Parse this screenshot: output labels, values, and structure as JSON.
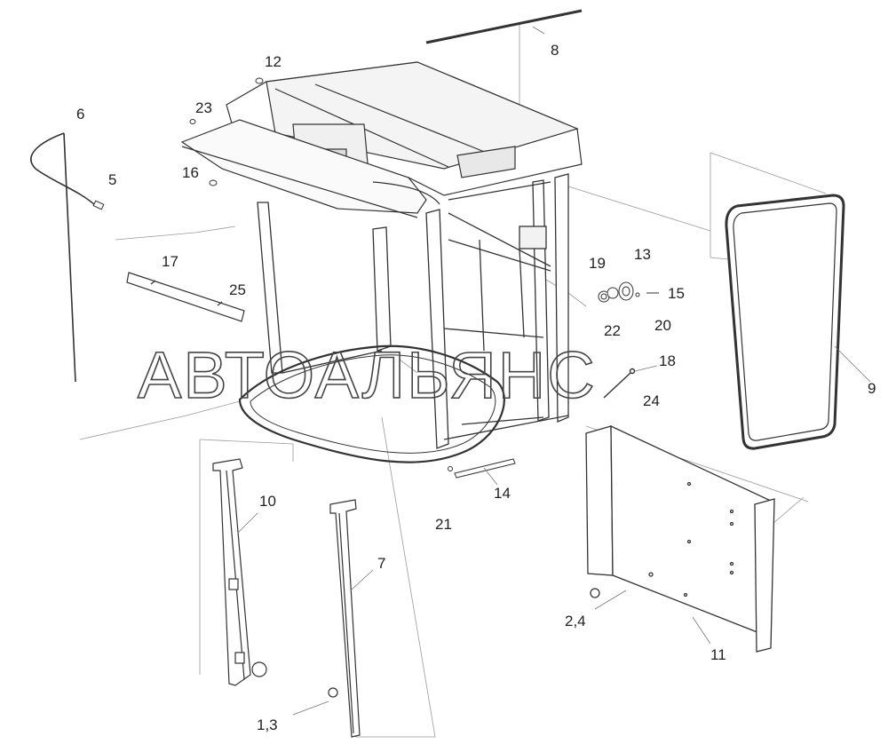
{
  "diagram": {
    "callouts": [
      {
        "id": "c12",
        "label": "12"
      },
      {
        "id": "c8",
        "label": "8"
      },
      {
        "id": "c6",
        "label": "6"
      },
      {
        "id": "c23",
        "label": "23"
      },
      {
        "id": "c5",
        "label": "5"
      },
      {
        "id": "c16",
        "label": "16"
      },
      {
        "id": "c17",
        "label": "17"
      },
      {
        "id": "c25",
        "label": "25"
      },
      {
        "id": "c19",
        "label": "19"
      },
      {
        "id": "c13",
        "label": "13"
      },
      {
        "id": "c15",
        "label": "15"
      },
      {
        "id": "c20",
        "label": "20"
      },
      {
        "id": "c22",
        "label": "22"
      },
      {
        "id": "c18",
        "label": "18"
      },
      {
        "id": "c24",
        "label": "24"
      },
      {
        "id": "c9",
        "label": "9"
      },
      {
        "id": "c10",
        "label": "10"
      },
      {
        "id": "c14",
        "label": "14"
      },
      {
        "id": "c21",
        "label": "21"
      },
      {
        "id": "c7",
        "label": "7"
      },
      {
        "id": "c24b",
        "label": "2,4"
      },
      {
        "id": "c11",
        "label": "11"
      },
      {
        "id": "c13b",
        "label": "1,3"
      }
    ]
  },
  "watermark": {
    "text": "АВТОАЛЬЯНС"
  }
}
